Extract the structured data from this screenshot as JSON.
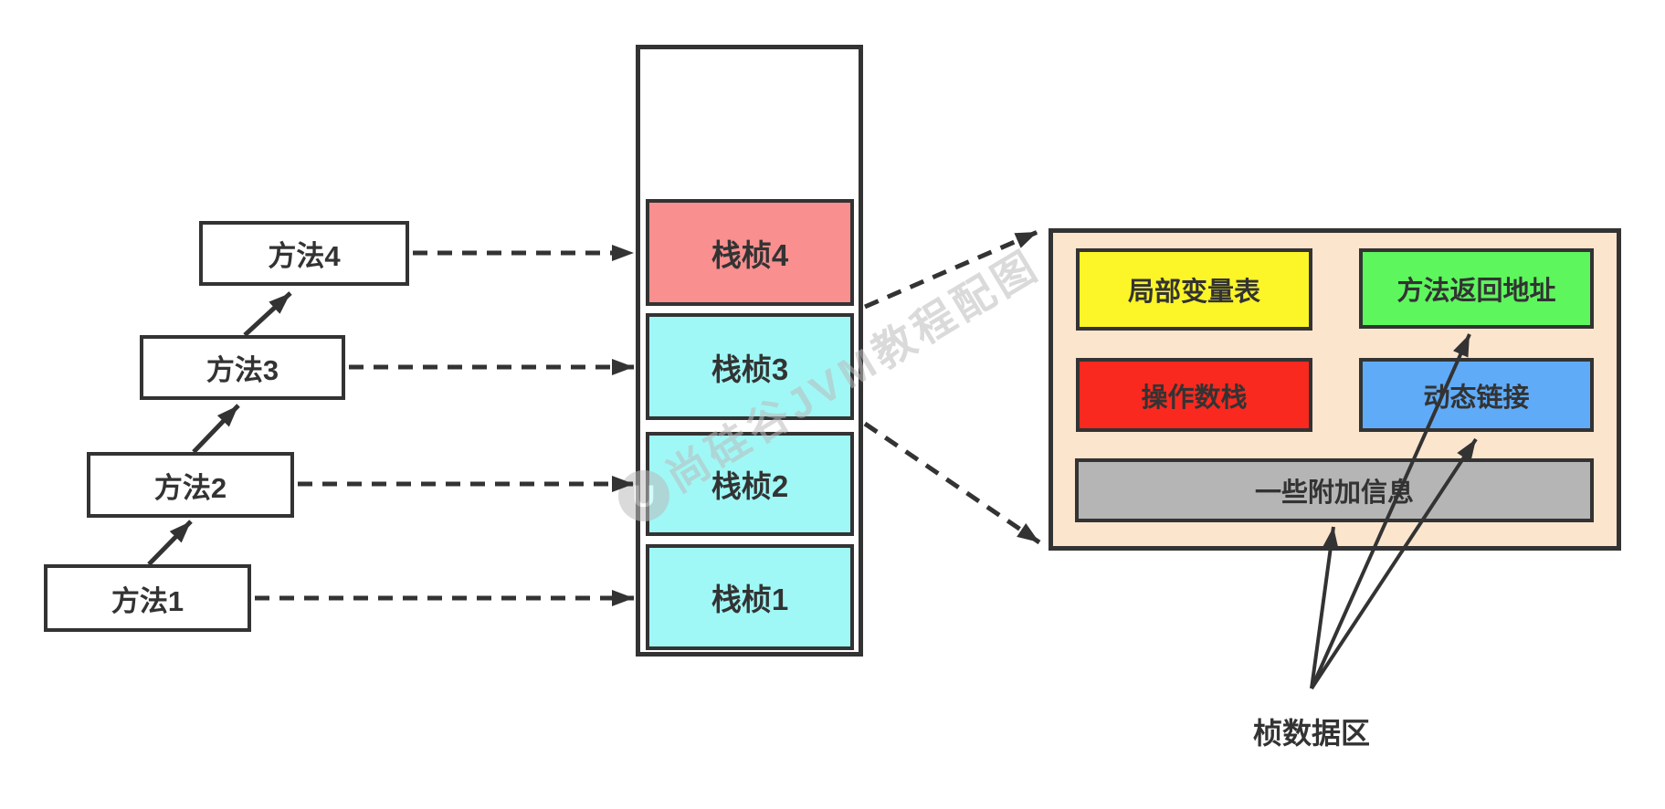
{
  "colors": {
    "border": "#333333",
    "arrow": "#333333",
    "method_box_bg": "#ffffff",
    "frame_top_pink": "#f98f8f",
    "frame_cyan": "#9ff8f6",
    "panel_bg": "#fce5cd",
    "local_variable_table_bg": "#fcf527",
    "method_return_address_bg": "#5df65d",
    "operand_stack_bg": "#f9291f",
    "dynamic_link_bg": "#5fabf8",
    "additional_info_bg": "#b5b5b5",
    "watermark": "#bcbcbc"
  },
  "methods": [
    {
      "label": "方法1"
    },
    {
      "label": "方法2"
    },
    {
      "label": "方法3"
    },
    {
      "label": "方法4"
    }
  ],
  "stack": {
    "frames": [
      {
        "label": "栈桢4"
      },
      {
        "label": "栈桢3"
      },
      {
        "label": "栈桢2"
      },
      {
        "label": "栈桢1"
      }
    ]
  },
  "frame_detail": {
    "local_variable_table": "局部变量表",
    "method_return_address": "方法返回地址",
    "operand_stack": "操作数栈",
    "dynamic_link": "动态链接",
    "additional_info": "一些附加信息"
  },
  "labels": {
    "frame_data_area": "桢数据区"
  },
  "watermark": {
    "text": "尚硅谷JVM教程配图",
    "logo_letter": "U"
  }
}
